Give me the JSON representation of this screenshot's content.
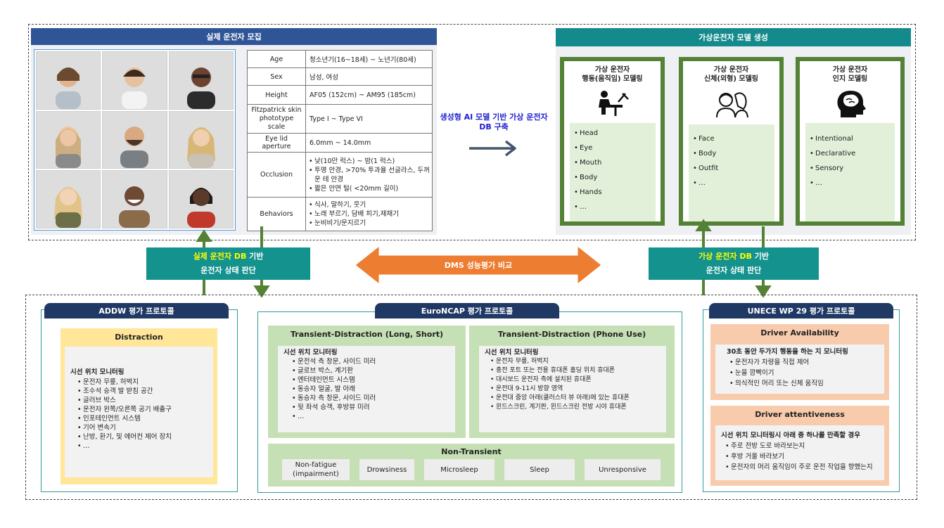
{
  "top_left": {
    "title": "실제 운전자 모집",
    "attributes": [
      {
        "key": "Age",
        "value": "청소년기(16~18세) ~ 노년기(80세)"
      },
      {
        "key": "Sex",
        "value": "남성, 여성"
      },
      {
        "key": "Height",
        "value": "AF05 (152cm) ~ AM95 (185cm)"
      },
      {
        "key": "Fitzpatrick skin phototype scale",
        "value": "Type I ~ Type VI"
      },
      {
        "key": "Eye lid aperture",
        "value": "6.0mm ~ 14.0mm"
      }
    ],
    "occlusion": {
      "key": "Occlusion",
      "items": [
        "낮(10만 럭스) ~ 밤(1 럭스)",
        "투명 안경, >70% 투과율 선글라스, 두꺼운 테 안경",
        "짧은 안면 털( <20mm 길이)"
      ]
    },
    "behaviors": {
      "key": "Behaviors",
      "items": [
        "식사, 말하기, 웃기",
        "노래 부르기, 담배 피기,재채기",
        "눈비비기/문지르기"
      ]
    }
  },
  "middle_top": {
    "label_line1": "생성형 AI 모델 기반 가상 운전자",
    "label_line2": "DB 구축",
    "arrow_color": "#44546a"
  },
  "top_right": {
    "title": "가상운전자 모델 생성",
    "models": [
      {
        "title1": "가상 운전자",
        "title2": "행동(움직임) 모델링",
        "icon": "person-at-desk-icon",
        "items": [
          "Head",
          "Eye",
          "Mouth",
          "Body",
          "Hands",
          "…"
        ]
      },
      {
        "title1": "가상 운전자",
        "title2": "신체(외형) 모델링",
        "icon": "two-faces-icon",
        "items": [
          "Face",
          "Body",
          "Outfit",
          "…"
        ]
      },
      {
        "title1": "가상 운전자",
        "title2": "인지 모델링",
        "icon": "head-brain-icon",
        "items": [
          "Intentional",
          "Declarative",
          "Sensory",
          "…"
        ]
      }
    ]
  },
  "judge_left": {
    "highlight": "실제 운전자 DB",
    "rest": " 기반",
    "line2": "운전자 상태 판단"
  },
  "judge_right": {
    "highlight": "가상 운전자 DB",
    "rest": " 기반",
    "line2": "운전자 상태 판단"
  },
  "compare": {
    "label": "DMS 성능평가 비교",
    "color": "#ed7d31"
  },
  "addw": {
    "title": "ADDW 평가 프로토콜",
    "box_title": "Distraction",
    "heading": "시선 위치 모니터링",
    "items": [
      "운전자 무릎, 허벅지",
      "조수석 승객 발 받침 공간",
      "글러브 박스",
      "운전자 왼쪽/오른쪽 공기 배출구",
      "인포테인먼트 시스템",
      "기어 변속기",
      "난방, 환기, 및 에어컨 제어 장치",
      "…"
    ]
  },
  "euroncap": {
    "title": "EuroNCAP 평가 프로토콜",
    "left": {
      "title": "Transient-Distraction (Long, Short)",
      "heading": "시선 위치 모니터링",
      "items": [
        "운전석 측 창문, 사이드 미러",
        "글로브 박스, 계기판",
        "엔터테인먼트 시스템",
        "동승자 얼굴, 발 아래",
        "동승자 측 창문, 사이드 미러",
        "뒷 좌석 승객, 후방뷰 미러",
        "…"
      ]
    },
    "right": {
      "title": "Transient-Distraction (Phone Use)",
      "heading": "시선 위치 모니터링",
      "items": [
        "운전자 무릎, 허벅지",
        "충전 포트 또는 전용 휴대폰 홀딩 위치 휴대폰",
        "대시보드 운전자 측에 설치된 휴대폰",
        "운전대 9-11시 방향 영역",
        "운전대 중앙 아래(클러스터 뷰 아래)에 있는 휴대폰",
        "윈드스크린, 계기판, 윈드스크린 전방 시야 휴대폰"
      ]
    },
    "non_transient": {
      "title": "Non-Transient",
      "items": [
        "Non-fatigue\n(impairment)",
        "Drowsiness",
        "Microsleep",
        "Sleep",
        "Unresponsive"
      ]
    }
  },
  "unece": {
    "title": "UNECE WP 29 평가 프로토콜",
    "availability": {
      "title": "Driver Availability",
      "heading": "30초 동안 두가지 행동을 하는 지 모니터링",
      "items": [
        "운전자가 차량을 직접 제어",
        "눈을 깜빡이기",
        "의식적인 머리 또는 신체 움직임"
      ]
    },
    "attentiveness": {
      "title": "Driver attentiveness",
      "heading": "시선 위치 모니터링시 아래 중 하나를 만족할 경우",
      "items": [
        "주로 전방 도로 바라보는지",
        "후방 거울 바라보기",
        "운전자의 머리 움직임이 주로 운전 작업을 향했는지"
      ]
    }
  }
}
